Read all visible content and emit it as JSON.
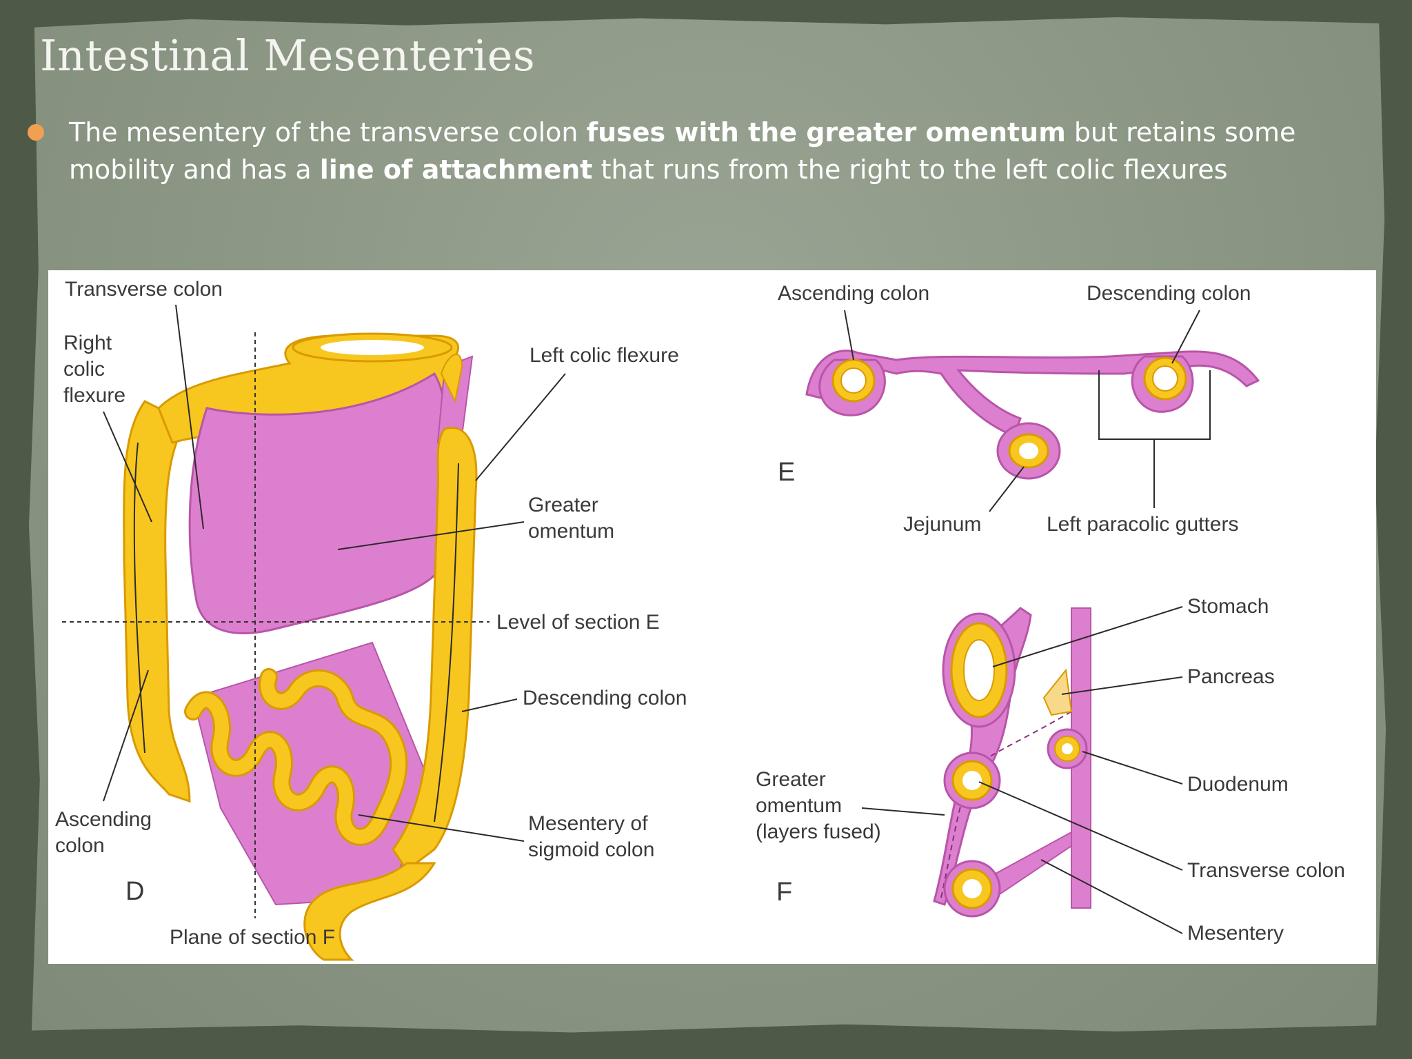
{
  "title": "Intestinal Mesenteries",
  "bullet": {
    "part1": "The mesentery of the transverse colon ",
    "bold1": "fuses with the greater omentum",
    "part2": " but retains some mobility and has a ",
    "bold2": "line of attachment",
    "part3": " that runs from the right to the left colic flexures"
  },
  "diagram": {
    "panel_d": {
      "letter": "D",
      "labels": {
        "transverse_colon": "Transverse colon",
        "right_colic_1": "Right",
        "right_colic_2": "colic",
        "right_colic_3": "flexure",
        "left_colic_flexure": "Left colic flexure",
        "greater_omentum_1": "Greater",
        "greater_omentum_2": "omentum",
        "level_section_e": "Level of section E",
        "descending_colon": "Descending colon",
        "ascending_colon_1": "Ascending",
        "ascending_colon_2": "colon",
        "mesentery_sigmoid_1": "Mesentery of",
        "mesentery_sigmoid_2": "sigmoid colon",
        "plane_section_f": "Plane of section F"
      }
    },
    "panel_e": {
      "letter": "E",
      "labels": {
        "ascending_colon": "Ascending colon",
        "descending_colon": "Descending colon",
        "jejunum": "Jejunum",
        "left_paracolic": "Left paracolic gutters"
      }
    },
    "panel_f": {
      "letter": "F",
      "labels": {
        "stomach": "Stomach",
        "pancreas": "Pancreas",
        "duodenum": "Duodenum",
        "greater_omentum_1": "Greater",
        "greater_omentum_2": "omentum",
        "greater_omentum_3": "(layers fused)",
        "transverse_colon": "Transverse colon",
        "mesentery": "Mesentery"
      }
    },
    "colors": {
      "peritoneum": "#dd7fcf",
      "peritoneum_edge": "#b855a8",
      "colon": "#f7c61f",
      "colon_edge": "#d99a00",
      "lumen": "#ffffff"
    }
  }
}
